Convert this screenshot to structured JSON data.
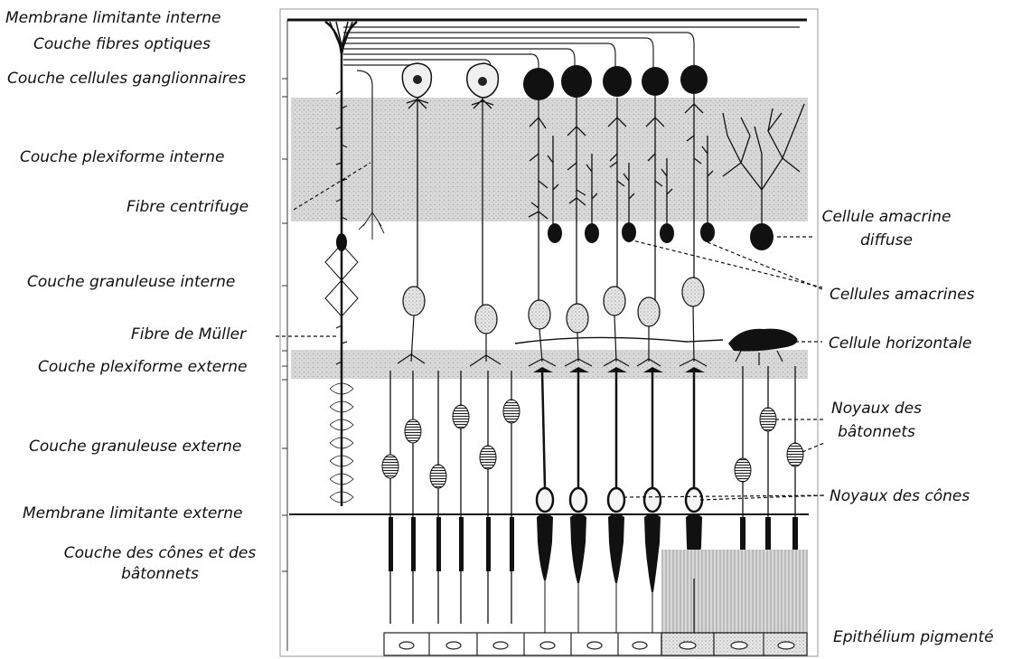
{
  "left_labels": {
    "membrane_limitante_interne": "Membrane limitante interne",
    "couche_fibres_optiques": "Couche fibres optiques",
    "couche_cellules_ganglionnaires": "Couche cellules ganglionnaires",
    "couche_plexiforme_interne": "Couche plexiforme interne",
    "fibre_centrifuge": "Fibre centrifuge",
    "couche_granuleuse_interne": "Couche granuleuse interne",
    "fibre_de_muller": "Fibre de Müller",
    "couche_plexiforme_externe": "Couche plexiforme externe",
    "couche_granuleuse_externe": "Couche granuleuse externe",
    "membrane_limitante_externe": "Membrane limitante externe",
    "couche_cones_batonnets_line1": "Couche des cônes et des",
    "couche_cones_batonnets_line2": "bâtonnets"
  },
  "right_labels": {
    "cellule_amacrine_diffuse_line1": "Cellule amacrine",
    "cellule_amacrine_diffuse_line2": "diffuse",
    "cellules_amacrines": "Cellules amacrines",
    "cellule_horizontale": "Cellule horizontale",
    "noyaux_batonnets_line1": "Noyaux des",
    "noyaux_batonnets_line2": "bâtonnets",
    "noyaux_cones": "Noyaux des cônes",
    "epithelium_pigmente": "Epithélium pigmenté"
  },
  "colors": {
    "ink": "#111111",
    "stipple": "#cfcfcf",
    "cell_light": "#e6e6e6",
    "background": "#ffffff"
  }
}
